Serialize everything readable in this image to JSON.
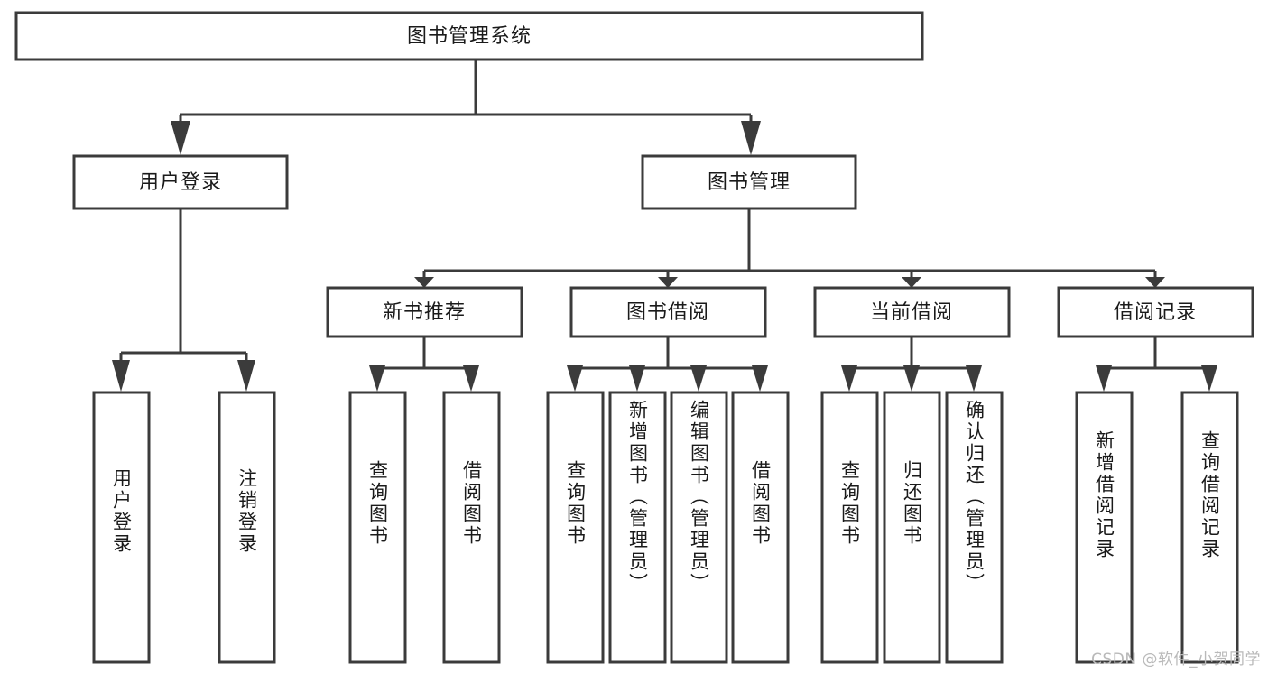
{
  "diagram": {
    "title": "图书管理系统",
    "type": "hierarchy-tree",
    "orientation": "top-down",
    "watermark": "CSDN @软件_小贺同学",
    "colors": {
      "box_stroke": "#3b3b3b",
      "box_fill": "#ffffff",
      "line": "#3b3b3b",
      "text": "#1a1a1a",
      "background": "#ffffff",
      "watermark": "#b9b9b9"
    },
    "levels": {
      "root": {
        "label": "图书管理系统"
      },
      "level2": [
        {
          "id": "user-login",
          "label": "用户登录"
        },
        {
          "id": "book-management",
          "label": "图书管理"
        }
      ],
      "level3": [
        {
          "id": "new-book-recommend",
          "label": "新书推荐",
          "parent": "book-management"
        },
        {
          "id": "book-borrow",
          "label": "图书借阅",
          "parent": "book-management"
        },
        {
          "id": "current-borrow",
          "label": "当前借阅",
          "parent": "book-management"
        },
        {
          "id": "borrow-record",
          "label": "借阅记录",
          "parent": "book-management"
        }
      ],
      "leaves": {
        "user_login": [
          {
            "id": "leaf-user-login",
            "label": "用户登录"
          },
          {
            "id": "leaf-user-logout",
            "label": "注销登录"
          }
        ],
        "new_book_recommend": [
          {
            "id": "leaf-query-book-1",
            "label": "查询图书"
          },
          {
            "id": "leaf-borrow-book-1",
            "label": "借阅图书"
          }
        ],
        "book_borrow": [
          {
            "id": "leaf-query-book-2",
            "label": "查询图书"
          },
          {
            "id": "leaf-add-book",
            "label": "新增图书（管理员）"
          },
          {
            "id": "leaf-edit-book",
            "label": "编辑图书（管理员）"
          },
          {
            "id": "leaf-borrow-book-2",
            "label": "借阅图书"
          }
        ],
        "current_borrow": [
          {
            "id": "leaf-query-book-3",
            "label": "查询图书"
          },
          {
            "id": "leaf-return-book",
            "label": "归还图书"
          },
          {
            "id": "leaf-confirm-return",
            "label": "确认归还（管理员）"
          }
        ],
        "borrow_record": [
          {
            "id": "leaf-add-record",
            "label": "新增借阅记录"
          },
          {
            "id": "leaf-query-record",
            "label": "查询借阅记录"
          }
        ]
      }
    }
  }
}
